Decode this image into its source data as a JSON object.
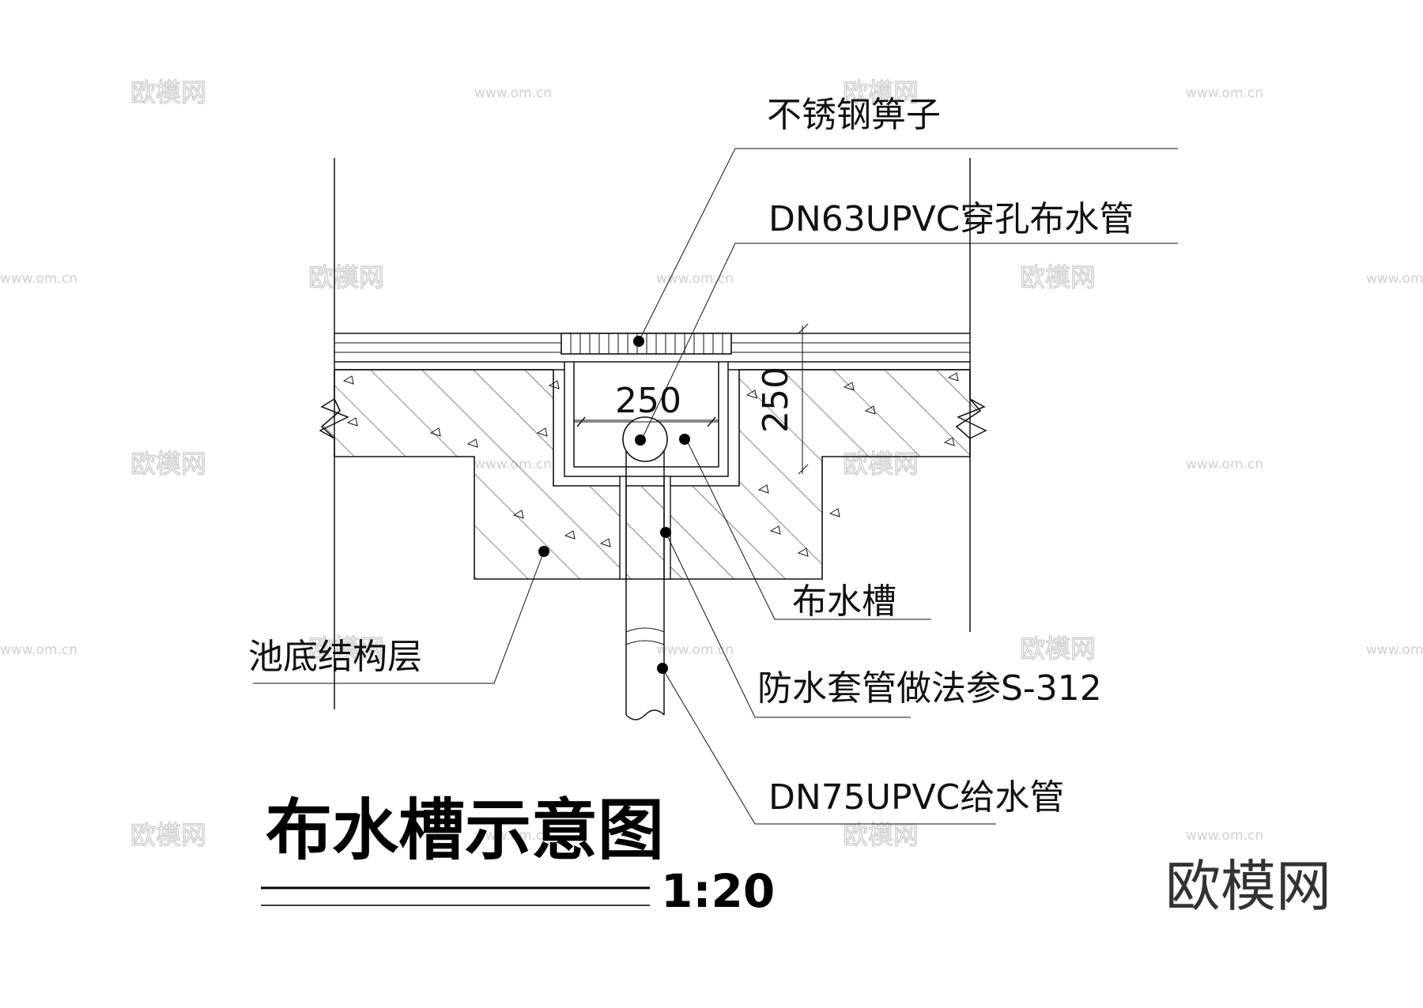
{
  "drawing": {
    "title": "布水槽示意图",
    "scale": "1:20",
    "brand": "欧模网"
  },
  "labels": {
    "grate": "不锈钢箅子",
    "perforated_pipe": "DN63UPVC穿孔布水管",
    "channel": "布水槽",
    "pool_bottom": "池底结构层",
    "sleeve": "防水套管做法参S-312",
    "supply_pipe": "DN75UPVC给水管"
  },
  "dimensions": {
    "width": "250",
    "depth": "250"
  },
  "watermarks": {
    "site_cn": "欧模网",
    "site_url": "www.om.cn"
  }
}
